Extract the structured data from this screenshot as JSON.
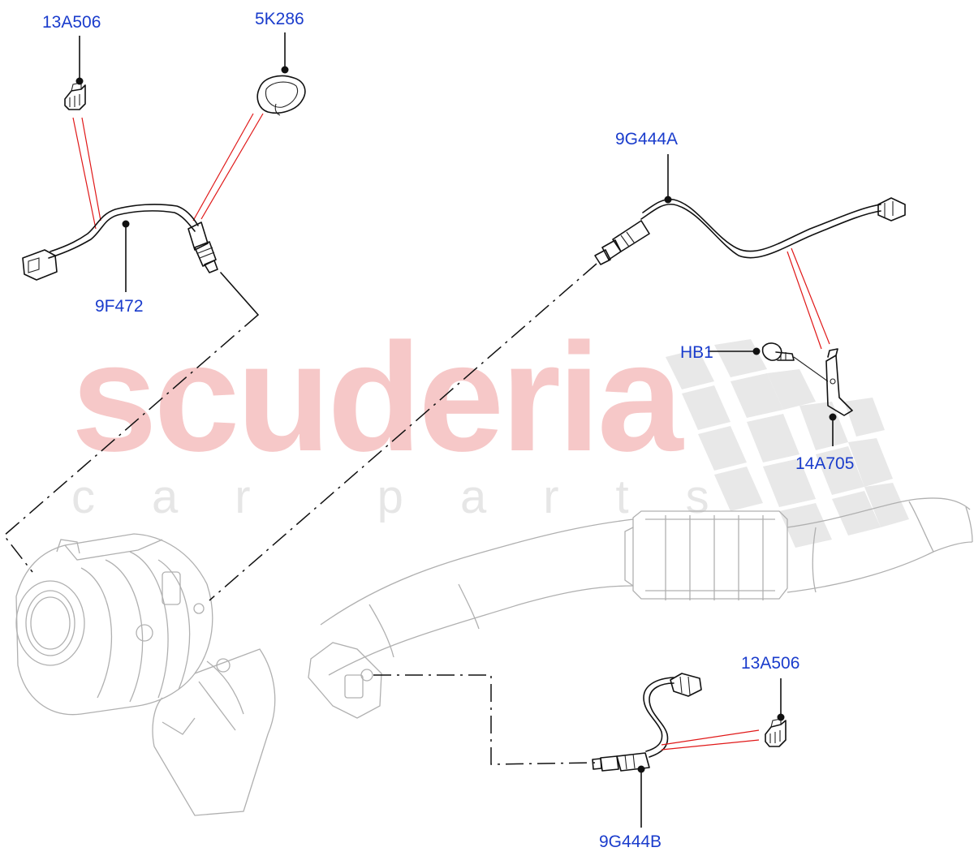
{
  "watermark": {
    "brand": "scuderia",
    "tagline": "car parts"
  },
  "callouts": {
    "connector_clip_top": "13A506",
    "grommet": "5K286",
    "sensor_left": "9F472",
    "sensor_right_upper": "9G444A",
    "bolt": "HB1",
    "bracket": "14A705",
    "connector_clip_lower": "13A506",
    "sensor_lower": "9G444B"
  },
  "colors": {
    "callout_text": "#1a3ccc",
    "watermark_red": "#f6c8c8",
    "watermark_grey": "#e6e6e6",
    "reference_lines": "#e01818"
  }
}
